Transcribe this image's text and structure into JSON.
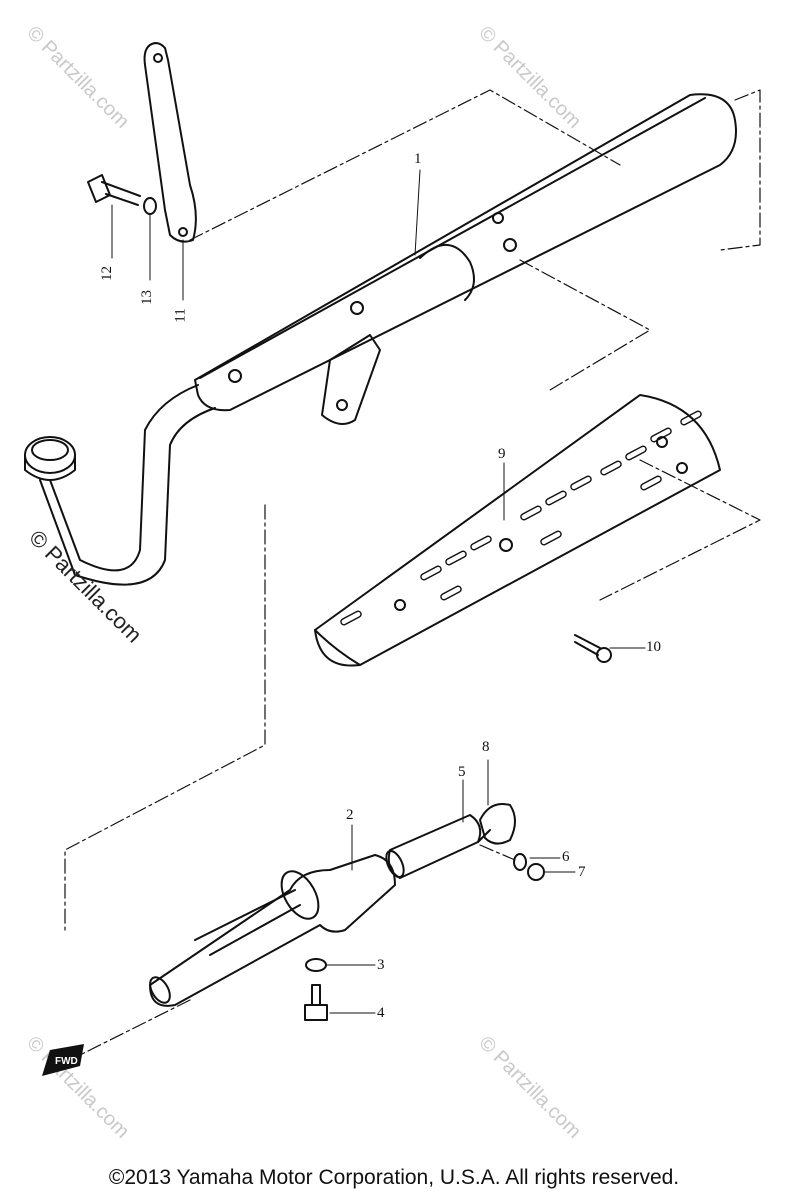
{
  "parts": {
    "p1": "1",
    "p2": "2",
    "p3": "3",
    "p4": "4",
    "p5": "5",
    "p6": "6",
    "p7": "7",
    "p8": "8",
    "p9": "9",
    "p10": "10",
    "p11": "11",
    "p12": "12",
    "p13": "13"
  },
  "watermark": {
    "main": "© Partzilla.com",
    "faint": "© Partzilla.com"
  },
  "fwd_label": "FWD",
  "copyright": "©2013 Yamaha Motor Corporation, U.S.A. All rights reserved."
}
